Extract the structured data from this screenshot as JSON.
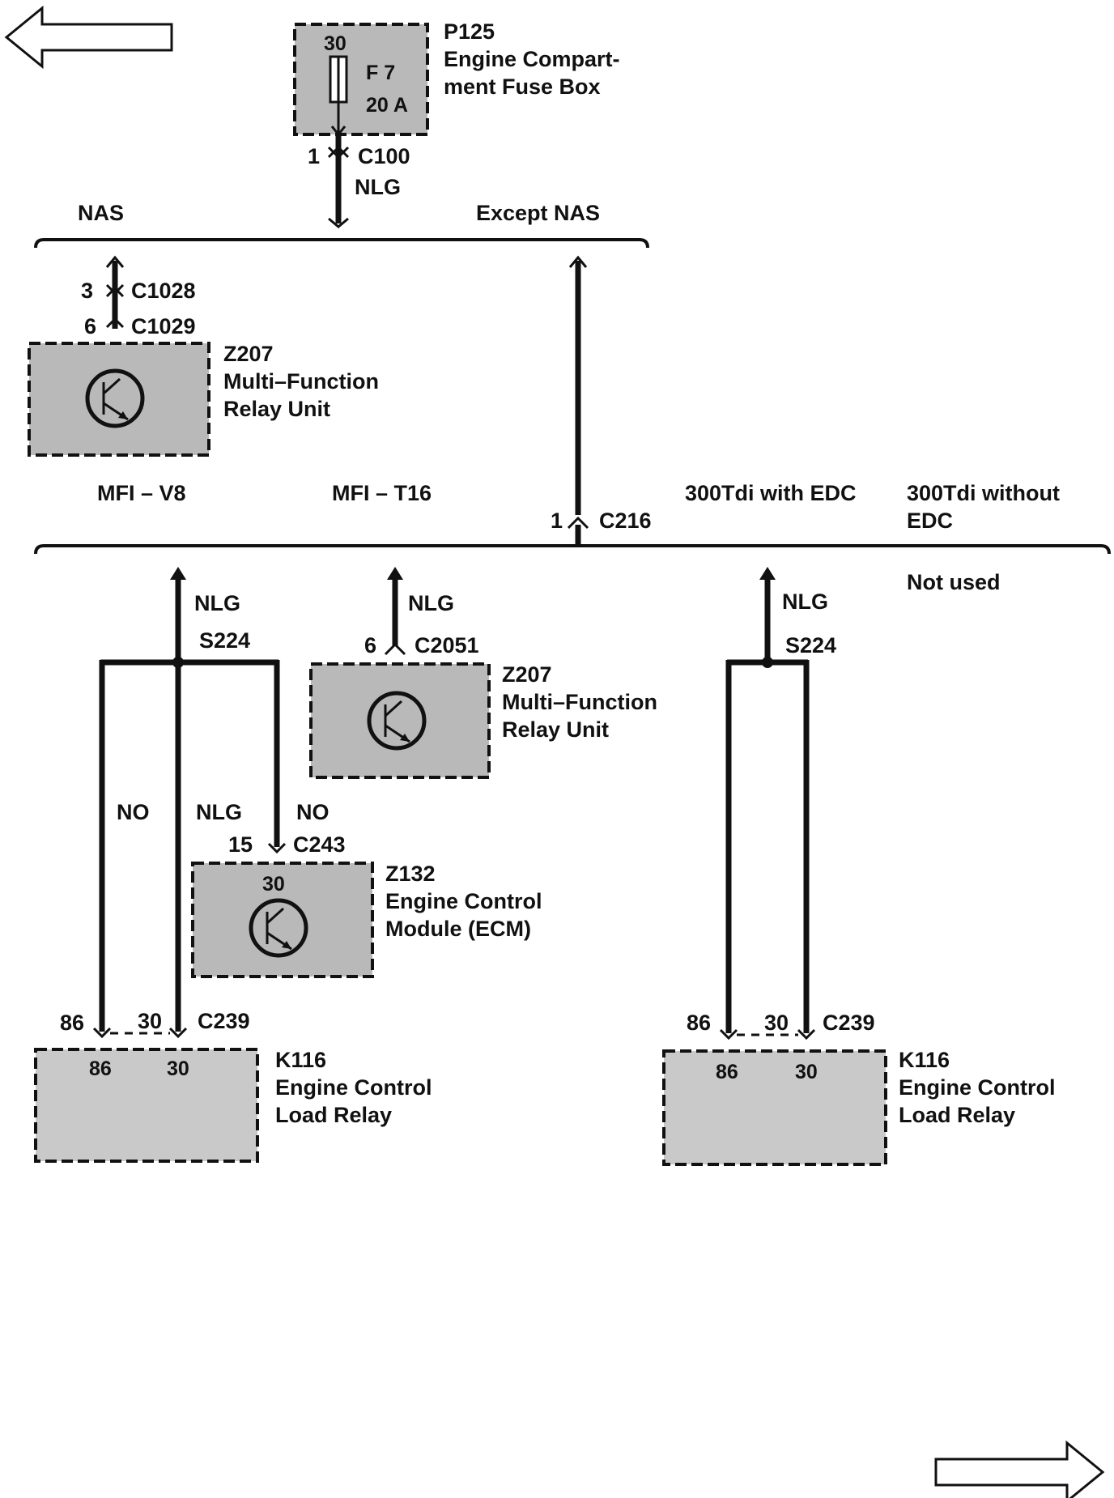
{
  "nav": {
    "prev_icon": "left-arrow-icon",
    "next_icon": "right-arrow-icon"
  },
  "fusebox": {
    "pin": "30",
    "fuse": "F 7",
    "rating": "20 A",
    "id": "P125",
    "name_line1": "Engine Compart-",
    "name_line2": "ment Fuse Box"
  },
  "c100": {
    "pin": "1",
    "connector": "C100",
    "wire": "NLG"
  },
  "branch_top": {
    "left": "NAS",
    "right": "Except NAS"
  },
  "z207_top": {
    "pin_a": "3",
    "connector_a": "C1028",
    "pin_b": "6",
    "connector_b": "C1029",
    "id": "Z207",
    "name_line1": "Multi–Function",
    "name_line2": "Relay Unit"
  },
  "variants": {
    "v8": "MFI – V8",
    "t16": "MFI – T16",
    "tdi_edc": "300Tdi with EDC",
    "tdi_no_edc_line1": "300Tdi without",
    "tdi_no_edc_line2": "EDC",
    "not_used": "Not used"
  },
  "c216": {
    "pin": "1",
    "connector": "C216"
  },
  "v8": {
    "wire_top": "NLG",
    "splice": "S224",
    "wire_left": "NO",
    "wire_mid": "NLG",
    "wire_right": "NO",
    "ecm_pin": "15",
    "ecm_connector": "C243",
    "ecm_inner_pin": "30",
    "ecm_id": "Z132",
    "ecm_name_line1": "Engine Control",
    "ecm_name_line2": "Module (ECM)",
    "relay_pin_86": "86",
    "relay_pin_30": "30",
    "relay_connector": "C239",
    "relay_inner_86": "86",
    "relay_inner_30": "30",
    "relay_id": "K116",
    "relay_name_line1": "Engine Control",
    "relay_name_line2": "Load Relay"
  },
  "t16": {
    "wire": "NLG",
    "pin": "6",
    "connector": "C2051",
    "id": "Z207",
    "name_line1": "Multi–Function",
    "name_line2": "Relay Unit"
  },
  "tdi": {
    "wire_top": "NLG",
    "splice": "S224",
    "relay_pin_86": "86",
    "relay_pin_30": "30",
    "relay_connector": "C239",
    "relay_inner_86": "86",
    "relay_inner_30": "30",
    "relay_id": "K116",
    "relay_name_line1": "Engine Control",
    "relay_name_line2": "Load Relay"
  }
}
